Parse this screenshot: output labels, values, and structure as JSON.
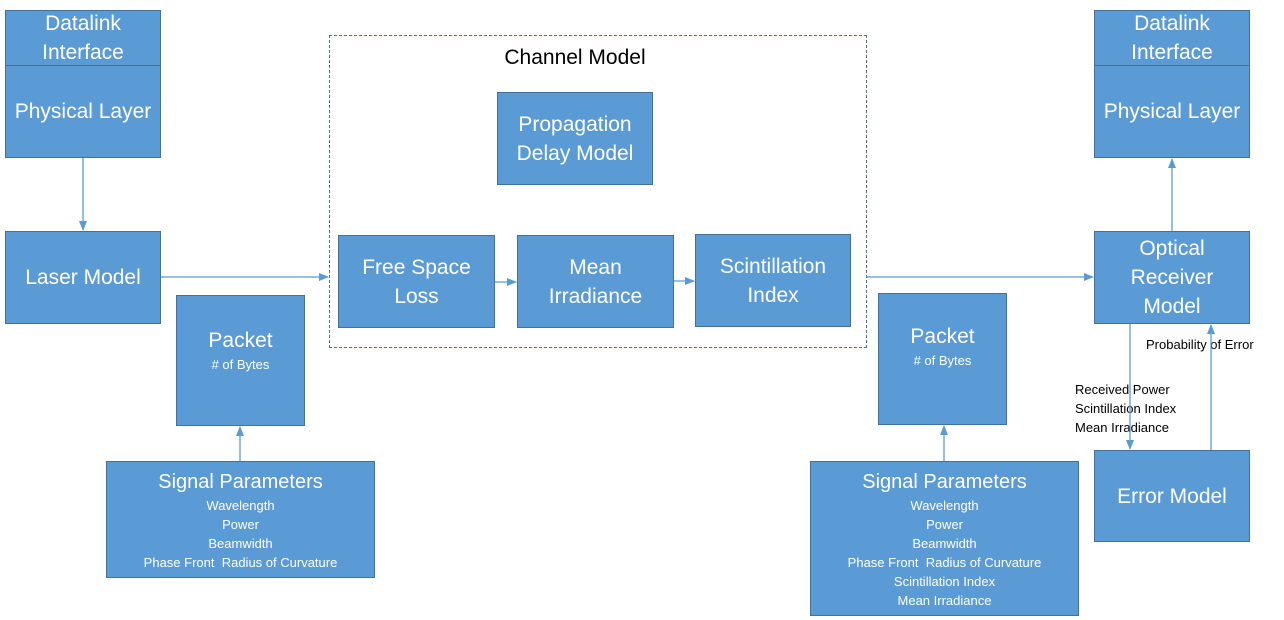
{
  "channel_model": {
    "title": "Channel Model",
    "propagation_delay": [
      "Propagation",
      "Delay Model"
    ],
    "free_space_loss": [
      "Free Space",
      "Loss"
    ],
    "mean_irradiance": [
      "Mean",
      "Irradiance"
    ],
    "scintillation_index": [
      "Scintillation",
      "Index"
    ]
  },
  "transmitter": {
    "datalink": [
      "Datalink",
      "Interface"
    ],
    "physical_layer": "Physical Layer",
    "laser_model": "Laser Model",
    "packet": {
      "title": "Packet",
      "sub": "# of Bytes"
    },
    "signal_parameters": {
      "title": "Signal Parameters",
      "items": [
        "Wavelength",
        "Power",
        "Beamwidth",
        "Phase Front  Radius of Curvature"
      ]
    }
  },
  "receiver": {
    "datalink": [
      "Datalink",
      "Interface"
    ],
    "physical_layer": "Physical Layer",
    "optical_receiver": [
      "Optical",
      "Receiver",
      "Model"
    ],
    "error_model": "Error Model",
    "packet": {
      "title": "Packet",
      "sub": "# of Bytes"
    },
    "signal_parameters": {
      "title": "Signal Parameters",
      "items": [
        "Wavelength",
        "Power",
        "Beamwidth",
        "Phase Front  Radius of Curvature",
        "Scintillation Index",
        "Mean Irradiance"
      ]
    }
  },
  "annotations": {
    "probability_of_error": "Probability of Error",
    "error_inputs": [
      "Received Power",
      "Scintillation Index",
      "Mean Irradiance"
    ]
  },
  "colors": {
    "box_fill": "#5b9bd5",
    "box_border": "#41719c",
    "arrow": "#5b9bd5"
  }
}
